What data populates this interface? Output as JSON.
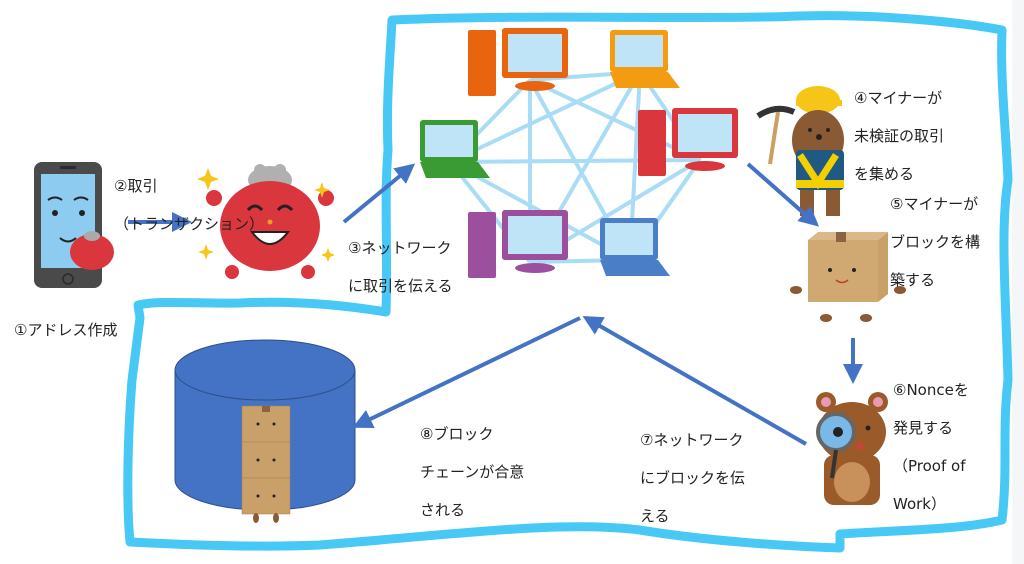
{
  "title": "Blockchain transaction flow",
  "colors": {
    "boundary": "#47c8f5",
    "arrow": "#4472c4",
    "mesh": "#a9dcf5",
    "database": "#4472c4",
    "database_stroke": "#2f4f8a"
  },
  "steps": [
    {
      "id": 1,
      "lines": [
        "①アドレス作成"
      ]
    },
    {
      "id": 2,
      "lines": [
        "②取引",
        "（トランザクション）"
      ]
    },
    {
      "id": 3,
      "lines": [
        "③ネットワーク",
        "に取引を伝える"
      ]
    },
    {
      "id": 4,
      "lines": [
        "④マイナーが",
        "未検証の取引",
        "を集める"
      ]
    },
    {
      "id": 5,
      "lines": [
        "⑤マイナーが",
        "ブロックを構",
        "築する"
      ]
    },
    {
      "id": 6,
      "lines": [
        "⑥Nonceを",
        "発見する",
        "（Proof of",
        "Work）"
      ]
    },
    {
      "id": 7,
      "lines": [
        "⑦ネットワーク",
        "にブロックを伝",
        "える"
      ]
    },
    {
      "id": 8,
      "lines": [
        "⑧ブロック",
        "チェーンが合意",
        "される"
      ]
    }
  ],
  "nodes": [
    {
      "type": "desktop",
      "color": "#e8640f"
    },
    {
      "type": "laptop",
      "color": "#f39c12"
    },
    {
      "type": "desktop",
      "color": "#d9363e"
    },
    {
      "type": "laptop",
      "color": "#4a7fc8"
    },
    {
      "type": "desktop",
      "color": "#9c4f9c"
    },
    {
      "type": "laptop",
      "color": "#3a9a33"
    }
  ],
  "illustrations": [
    "smartphone",
    "wallet-character",
    "miner-mole",
    "box-character",
    "bear-with-magnifier",
    "stacked-boxes",
    "database-cylinder"
  ]
}
